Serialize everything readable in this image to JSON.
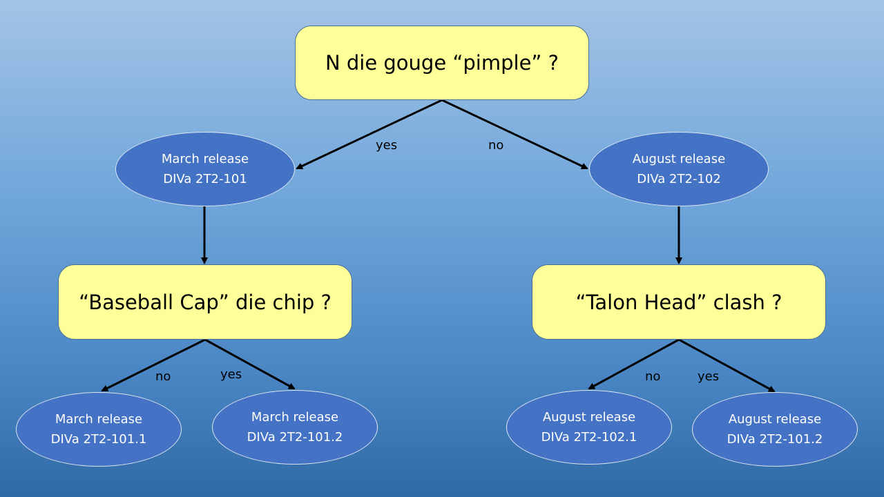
{
  "colors": {
    "decision_fill": "#ffff99",
    "leaf_fill": "#4472c4",
    "arrow": "#000000"
  },
  "nodes": {
    "root": {
      "text": "N die gouge “pimple” ?"
    },
    "left_release": {
      "line1": "March release",
      "line2": "DIVa 2T2-101"
    },
    "right_release": {
      "line1": "August release",
      "line2": "DIVa 2T2-102"
    },
    "left_question": {
      "text": "“Baseball Cap” die chip ?"
    },
    "right_question": {
      "text": "“Talon Head” clash ?"
    },
    "leaf_1": {
      "line1": "March release",
      "line2": "DIVa 2T2-101.1"
    },
    "leaf_2": {
      "line1": "March release",
      "line2": "DIVa 2T2-101.2"
    },
    "leaf_3": {
      "line1": "August release",
      "line2": "DIVa 2T2-102.1"
    },
    "leaf_4": {
      "line1": "August release",
      "line2": "DIVa 2T2-101.2"
    }
  },
  "edges": {
    "root_yes": "yes",
    "root_no": "no",
    "left_no": "no",
    "left_yes": "yes",
    "right_no": "no",
    "right_yes": "yes"
  }
}
